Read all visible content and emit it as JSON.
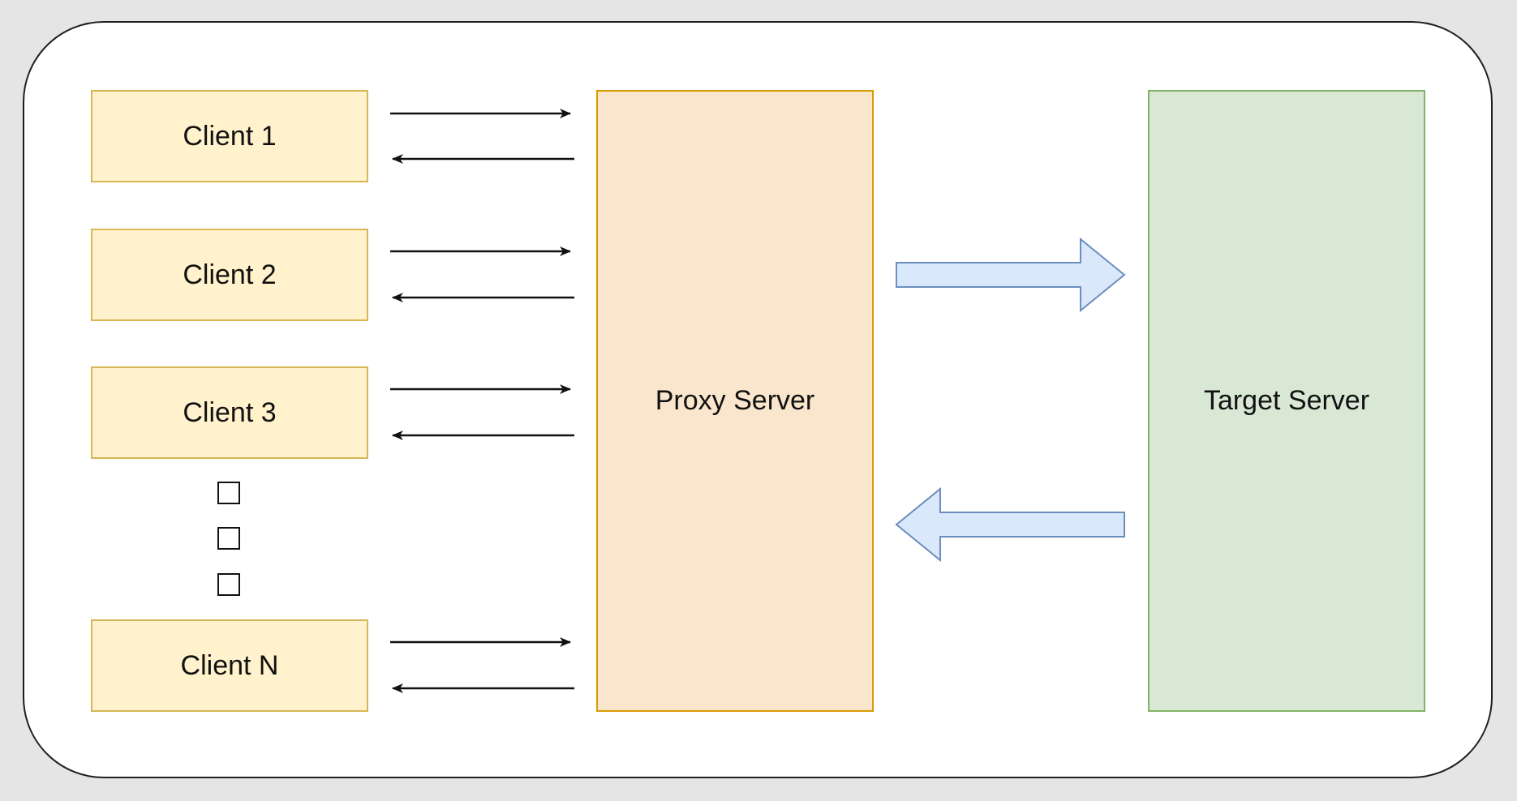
{
  "diagram": {
    "clients": [
      {
        "label": "Client 1"
      },
      {
        "label": "Client 2"
      },
      {
        "label": "Client 3"
      },
      {
        "label": "Client N"
      }
    ],
    "proxy": {
      "label": "Proxy Server"
    },
    "target": {
      "label": "Target Server"
    },
    "colors": {
      "client_fill": "#fff2cc",
      "client_stroke": "#d6b656",
      "proxy_fill": "#fae6cd",
      "proxy_stroke": "#d79b00",
      "target_fill": "#d8e8d5",
      "target_stroke": "#82b366",
      "block_arrow_fill": "#dae8fc",
      "block_arrow_stroke": "#6c8ebf",
      "frame_stroke": "#1f1f1f",
      "background": "#e5e5e5"
    }
  }
}
